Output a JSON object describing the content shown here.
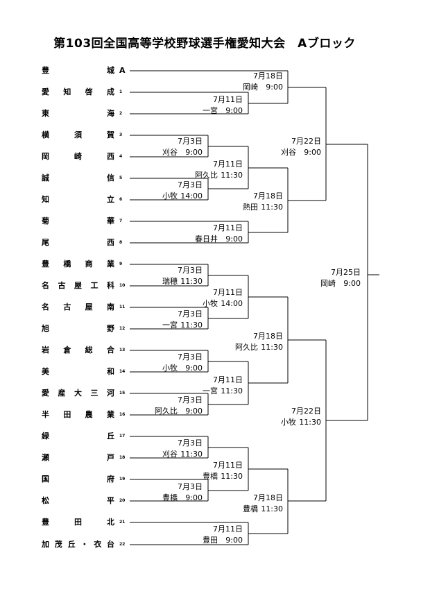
{
  "title": "第103回全国高等学校野球選手権愛知大会　Aブロック",
  "seed_team": {
    "name": "豊城",
    "seed": "A"
  },
  "teams": [
    {
      "name": "愛知啓成",
      "num": "1"
    },
    {
      "name": "東海",
      "num": "2"
    },
    {
      "name": "横須賀",
      "num": "3"
    },
    {
      "name": "岡崎西",
      "num": "4"
    },
    {
      "name": "誠信",
      "num": "5"
    },
    {
      "name": "知立",
      "num": "6"
    },
    {
      "name": "菊華",
      "num": "7"
    },
    {
      "name": "尾西",
      "num": "8"
    },
    {
      "name": "豊橋商業",
      "num": "9"
    },
    {
      "name": "名古屋工科",
      "num": "10"
    },
    {
      "name": "名古屋南",
      "num": "11"
    },
    {
      "name": "旭野",
      "num": "12"
    },
    {
      "name": "岩倉総合",
      "num": "13"
    },
    {
      "name": "美和",
      "num": "14"
    },
    {
      "name": "愛産大三河",
      "num": "15"
    },
    {
      "name": "半田農業",
      "num": "16"
    },
    {
      "name": "緑丘",
      "num": "17"
    },
    {
      "name": "瀬戸",
      "num": "18"
    },
    {
      "name": "国府",
      "num": "19"
    },
    {
      "name": "松平",
      "num": "20"
    },
    {
      "name": "豊田北",
      "num": "21"
    },
    {
      "name": "加茂丘・衣台",
      "num": "22"
    }
  ],
  "games": [
    {
      "date": "7月18日",
      "venue": "岡崎",
      "time": "9:00"
    },
    {
      "date": "7月11日",
      "venue": "一宮",
      "time": "9:00"
    },
    {
      "date": "7月22日",
      "venue": "刈谷",
      "time": "9:00"
    },
    {
      "date": "7月3日",
      "venue": "刈谷",
      "time": "9:00"
    },
    {
      "date": "7月11日",
      "venue": "阿久比",
      "time": "11:30"
    },
    {
      "date": "7月3日",
      "venue": "小牧",
      "time": "14:00"
    },
    {
      "date": "7月18日",
      "venue": "熱田",
      "time": "11:30"
    },
    {
      "date": "7月11日",
      "venue": "春日井",
      "time": "9:00"
    },
    {
      "date": "7月3日",
      "venue": "瑞穂",
      "time": "11:30"
    },
    {
      "date": "7月25日",
      "venue": "岡崎",
      "time": "9:00"
    },
    {
      "date": "7月11日",
      "venue": "小牧",
      "time": "14:00"
    },
    {
      "date": "7月3日",
      "venue": "一宮",
      "time": "11:30"
    },
    {
      "date": "7月18日",
      "venue": "阿久比",
      "time": "11:30"
    },
    {
      "date": "7月3日",
      "venue": "小牧",
      "time": "9:00"
    },
    {
      "date": "7月11日",
      "venue": "一宮",
      "time": "11:30"
    },
    {
      "date": "7月3日",
      "venue": "阿久比",
      "time": "9:00"
    },
    {
      "date": "7月22日",
      "venue": "小牧",
      "time": "11:30"
    },
    {
      "date": "7月3日",
      "venue": "刈谷",
      "time": "11:30"
    },
    {
      "date": "7月11日",
      "venue": "豊橋",
      "time": "11:30"
    },
    {
      "date": "7月3日",
      "venue": "豊橋",
      "time": "9:00"
    },
    {
      "date": "7月18日",
      "venue": "豊橋",
      "time": "11:30"
    },
    {
      "date": "7月11日",
      "venue": "豊田",
      "time": "9:00"
    }
  ]
}
